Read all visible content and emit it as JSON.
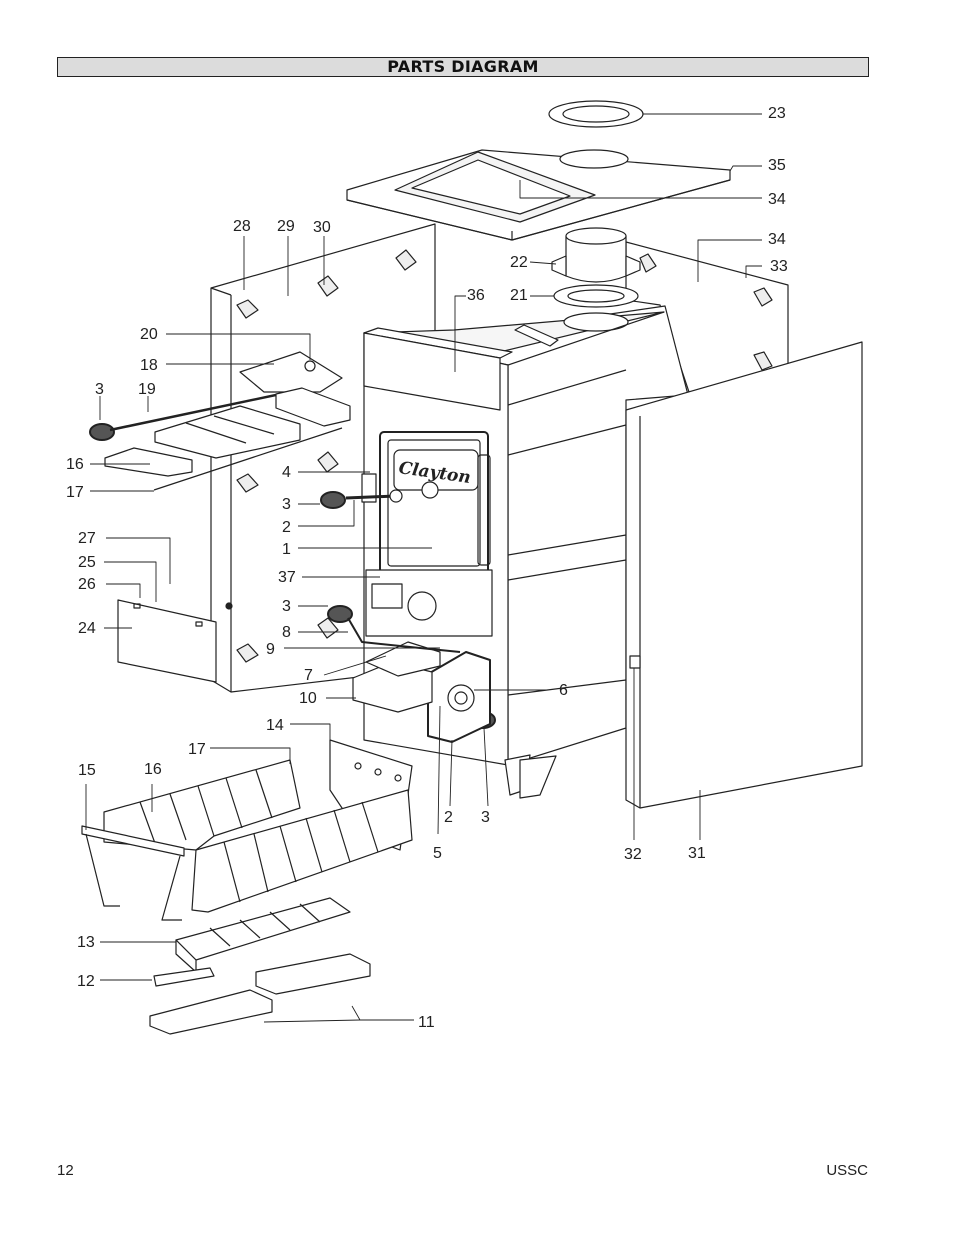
{
  "title": "PARTS DIAGRAM",
  "page_number": "12",
  "footer_brand": "USSC",
  "door_logo": "Clayton",
  "callouts": [
    "23",
    "35",
    "34",
    "28",
    "29",
    "30",
    "34",
    "22",
    "33",
    "21",
    "36",
    "20",
    "18",
    "3",
    "19",
    "16",
    "17",
    "4",
    "3",
    "2",
    "1",
    "27",
    "25",
    "26",
    "37",
    "24",
    "3",
    "8",
    "9",
    "7",
    "6",
    "10",
    "14",
    "17",
    "15",
    "16",
    "2",
    "3",
    "5",
    "32",
    "31",
    "13",
    "12",
    "11"
  ]
}
